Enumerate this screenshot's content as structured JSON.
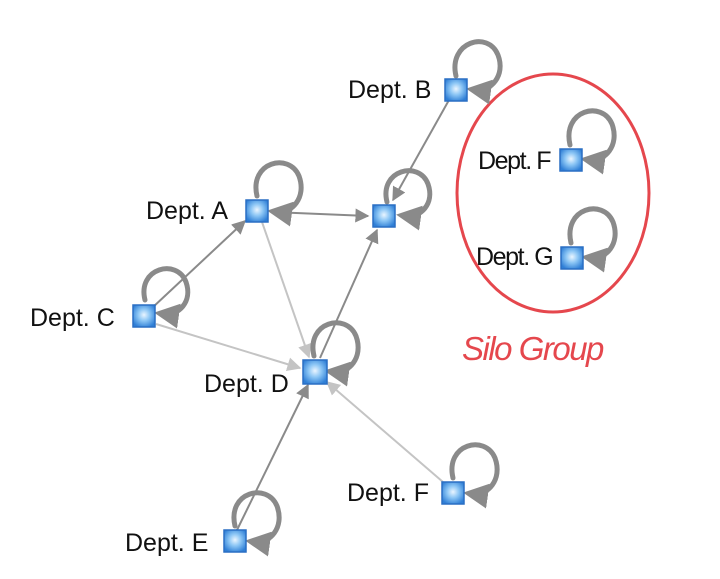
{
  "nodes": {
    "dept_a": {
      "label": "Dept. A"
    },
    "dept_b": {
      "label": "Dept. B"
    },
    "dept_c": {
      "label": "Dept. C"
    },
    "dept_d": {
      "label": "Dept. D"
    },
    "dept_e": {
      "label": "Dept. E"
    },
    "dept_f_lower": {
      "label": "Dept. F"
    },
    "dept_f_silo": {
      "label": "Dept. F"
    },
    "dept_g_silo": {
      "label": "Dept. G"
    }
  },
  "silo_group": {
    "label": "Silo Group",
    "color": "#e5474d"
  },
  "colors": {
    "node_fill": "#4a9be8",
    "node_edge": "#2a6fc4",
    "arrow": "#8a8a8a",
    "arrow_light": "#c8c8c8"
  }
}
